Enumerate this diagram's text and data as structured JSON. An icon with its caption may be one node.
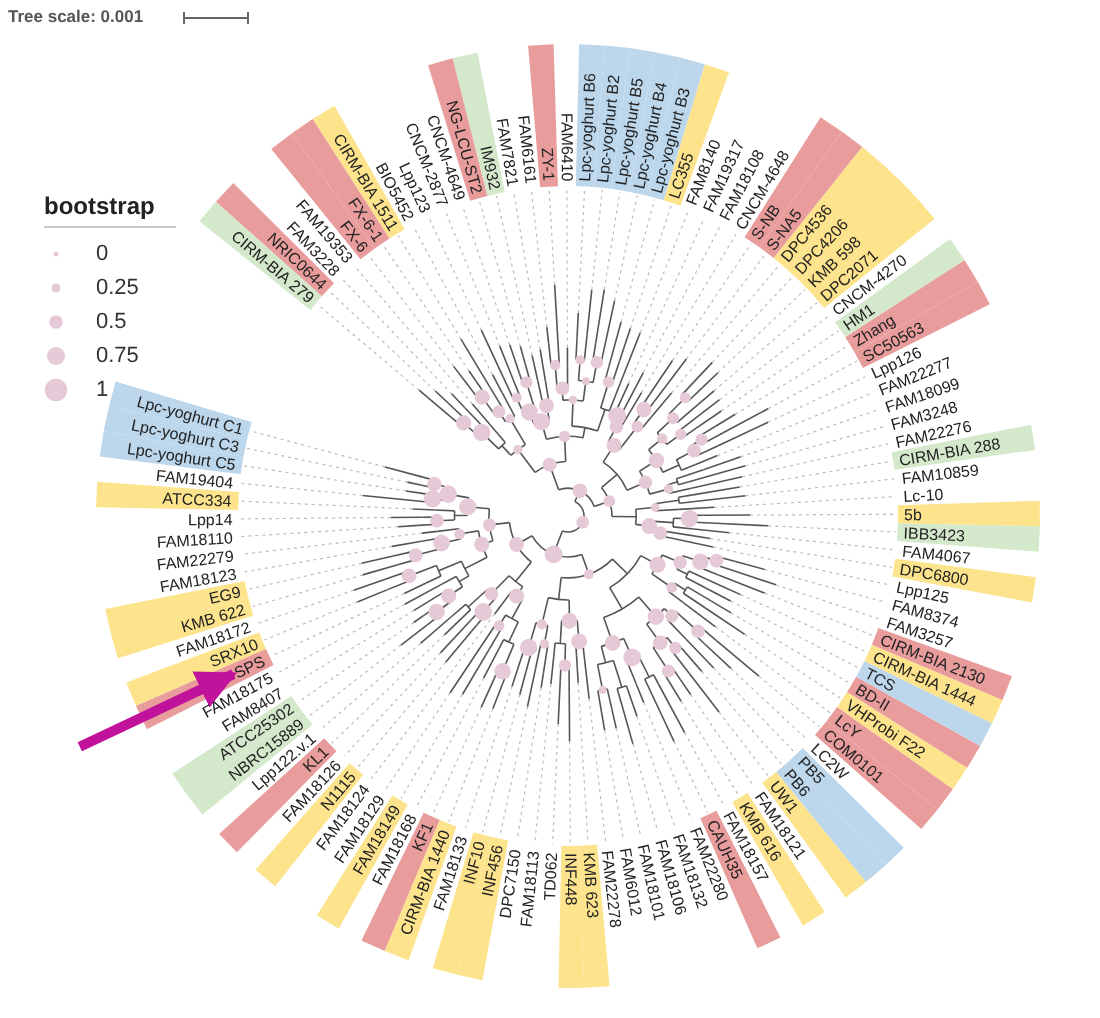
{
  "diagram": {
    "nodes": [
      {
        "text": [
          "Lpc-yoghurt C1"
        ]
      },
      {
        "text": [
          "Lpc-yoghurt C3"
        ]
      },
      {
        "text": [
          "Lpc-yoghurt C5"
        ]
      },
      {
        "text": [
          "FAM19404"
        ]
      },
      {
        "text": [
          "ATCC334"
        ]
      },
      {
        "text": [
          "Lpp14"
        ]
      },
      {
        "text": [
          "FAM18110"
        ]
      },
      {
        "text": [
          "FAM22279"
        ]
      },
      {
        "text": [
          "FAM18123"
        ]
      },
      {
        "text": [
          "EG9"
        ]
      },
      {
        "text": [
          "KMB 622"
        ]
      },
      {
        "text": [
          "FAM18172"
        ]
      },
      {
        "text": [
          "SRX10"
        ]
      },
      {
        "text": [
          "SPS"
        ]
      },
      {
        "text": [
          "FAM18175"
        ]
      },
      {
        "text": [
          "FAM8407"
        ]
      },
      {
        "text": [
          "ATCC25302"
        ]
      },
      {
        "text": [
          "NBRC15889"
        ]
      },
      {
        "text": [
          "Lpp122.v.1"
        ]
      },
      {
        "text": [
          "KL1"
        ]
      },
      {
        "text": [
          "FAM18126"
        ]
      },
      {
        "text": [
          "N1115"
        ]
      },
      {
        "text": [
          "FAM18124"
        ]
      },
      {
        "text": [
          "FAM18129"
        ]
      },
      {
        "text": [
          "FAM18149"
        ]
      },
      {
        "text": [
          "FAM18168"
        ]
      },
      {
        "text": [
          "KF1"
        ]
      },
      {
        "text": [
          "CIRM-BIA 1440"
        ]
      },
      {
        "text": [
          "FAM18133"
        ]
      },
      {
        "text": [
          "INF10"
        ]
      },
      {
        "text": [
          "INF456"
        ]
      },
      {
        "text": [
          "DPC7150"
        ]
      },
      {
        "text": [
          "FAM18113"
        ]
      },
      {
        "text": [
          "TD062"
        ]
      },
      {
        "text": [
          "INF448"
        ]
      },
      {
        "text": [
          "KMB 623"
        ]
      },
      {
        "text": [
          "FAM22278"
        ]
      },
      {
        "text": [
          "FAM6012"
        ]
      },
      {
        "text": [
          "FAM18101"
        ]
      },
      {
        "text": [
          "FAM18106"
        ]
      },
      {
        "text": [
          "FAM18132"
        ]
      },
      {
        "text": [
          "FAM22280"
        ]
      },
      {
        "text": [
          "CAUH35"
        ]
      },
      {
        "text": [
          "FAM18157"
        ]
      },
      {
        "text": [
          "KMB 616"
        ]
      },
      {
        "text": [
          "FAM18121"
        ]
      },
      {
        "text": [
          "UW1"
        ]
      },
      {
        "text": [
          "PB6"
        ]
      },
      {
        "text": [
          "PB5"
        ]
      },
      {
        "text": [
          "LC2W"
        ]
      },
      {
        "text": [
          "COM0101"
        ]
      },
      {
        "text": [
          "LcY"
        ]
      },
      {
        "text": [
          "VHProbi F22"
        ]
      },
      {
        "text": [
          "BD-II"
        ]
      },
      {
        "text": [
          "TCS"
        ]
      },
      {
        "text": [
          "CIRM-BIA 1444"
        ]
      },
      {
        "text": [
          "CIRM-BIA 2130"
        ]
      },
      {
        "text": [
          "FAM3257"
        ]
      },
      {
        "text": [
          "FAM8374"
        ]
      },
      {
        "text": [
          "Lpp125"
        ]
      },
      {
        "text": [
          "DPC6800"
        ]
      },
      {
        "text": [
          "FAM4067"
        ]
      },
      {
        "text": [
          "IBB3423"
        ]
      },
      {
        "text": [
          "5b"
        ]
      },
      {
        "text": [
          "Lc-10"
        ]
      },
      {
        "text": [
          "FAM10859"
        ]
      },
      {
        "text": [
          "CIRM-BIA 288"
        ]
      },
      {
        "text": [
          "FAM22276"
        ]
      },
      {
        "text": [
          "FAM3248"
        ]
      },
      {
        "text": [
          "FAM18099"
        ]
      },
      {
        "text": [
          "FAM22277"
        ]
      },
      {
        "text": [
          "Lpp126"
        ]
      },
      {
        "text": [
          "SC50563"
        ]
      },
      {
        "text": [
          "Zhang"
        ]
      },
      {
        "text": [
          "HM1"
        ]
      },
      {
        "text": [
          "CNCM-4270"
        ]
      },
      {
        "text": [
          "DPC2071"
        ]
      },
      {
        "text": [
          "KMB 598"
        ]
      },
      {
        "text": [
          "DPC4206"
        ]
      },
      {
        "text": [
          "DPC4536"
        ]
      },
      {
        "text": [
          "S-NA5"
        ]
      },
      {
        "text": [
          "S-NB"
        ]
      },
      {
        "text": [
          "CNCM-4648"
        ]
      },
      {
        "text": [
          "FAM18108"
        ]
      },
      {
        "text": [
          "FAM19317"
        ]
      },
      {
        "text": [
          "FAM8140"
        ]
      },
      {
        "text": [
          "LC355"
        ]
      },
      {
        "text": [
          "Lpc-yoghurt B3"
        ]
      },
      {
        "text": [
          "Lpc-yoghurt B4"
        ]
      },
      {
        "text": [
          "Lpc-yoghurt B5"
        ]
      },
      {
        "text": [
          "Lpc-yoghurt B2"
        ]
      },
      {
        "text": [
          "Lpc-yoghurt B6"
        ]
      },
      {
        "text": [
          "FAM6410"
        ]
      },
      {
        "text": [
          "ZY-1"
        ]
      },
      {
        "text": [
          "FAM6161"
        ]
      },
      {
        "text": [
          "FAM7821"
        ]
      },
      {
        "text": [
          "IM932"
        ]
      },
      {
        "text": [
          "NG-LCU-ST2"
        ]
      },
      {
        "text": [
          "CNCM-4649"
        ]
      },
      {
        "text": [
          "CNCM-2877"
        ]
      },
      {
        "text": [
          "Lpp123"
        ]
      },
      {
        "text": [
          "BIO5452"
        ]
      },
      {
        "text": [
          "CIRM-BIA 1511"
        ]
      },
      {
        "text": [
          "FX-6-1"
        ]
      },
      {
        "text": [
          "FX-6"
        ]
      },
      {
        "text": [
          "FAM19353"
        ]
      },
      {
        "text": [
          "FAM3228"
        ]
      },
      {
        "text": [
          "NRIC0644"
        ]
      },
      {
        "text": [
          "CIRM-BIA 279"
        ]
      }
    ],
    "edges": [
      {
        "from": null,
        "to": 13,
        "arrow": "to"
      }
    ],
    "labels": [
      "Tree scale: 0.001",
      "bootstrap"
    ],
    "legend": [
      {
        "text": "0"
      },
      {
        "text": "0.25"
      },
      {
        "text": "0.5"
      },
      {
        "text": "0.75"
      },
      {
        "text": "1"
      }
    ]
  }
}
